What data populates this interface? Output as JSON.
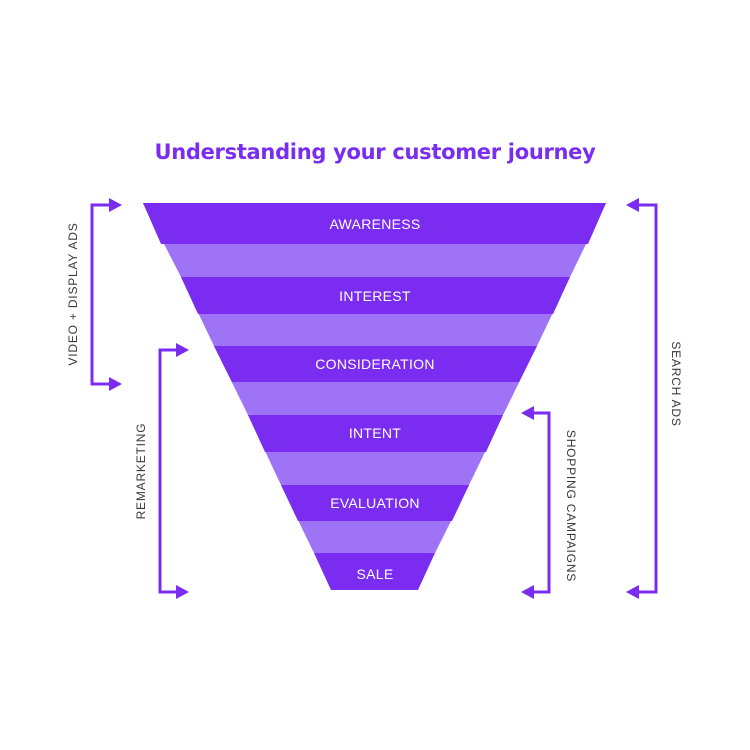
{
  "title": "Understanding your customer journey",
  "stages": [
    {
      "label": "AWARENESS"
    },
    {
      "label": "INTEREST"
    },
    {
      "label": "CONSIDERATION"
    },
    {
      "label": "INTENT"
    },
    {
      "label": "EVALUATION"
    },
    {
      "label": "SALE"
    }
  ],
  "side_labels": {
    "video_display": "VIDEO + DISPLAY ADS",
    "remarketing": "REMARKETING",
    "shopping": "SHOPPING CAMPAIGNS",
    "search": "SEARCH ADS"
  },
  "colors": {
    "primary": "#7a2cf0",
    "band": "#9f73f6",
    "text_dark": "#3a3a3a"
  }
}
